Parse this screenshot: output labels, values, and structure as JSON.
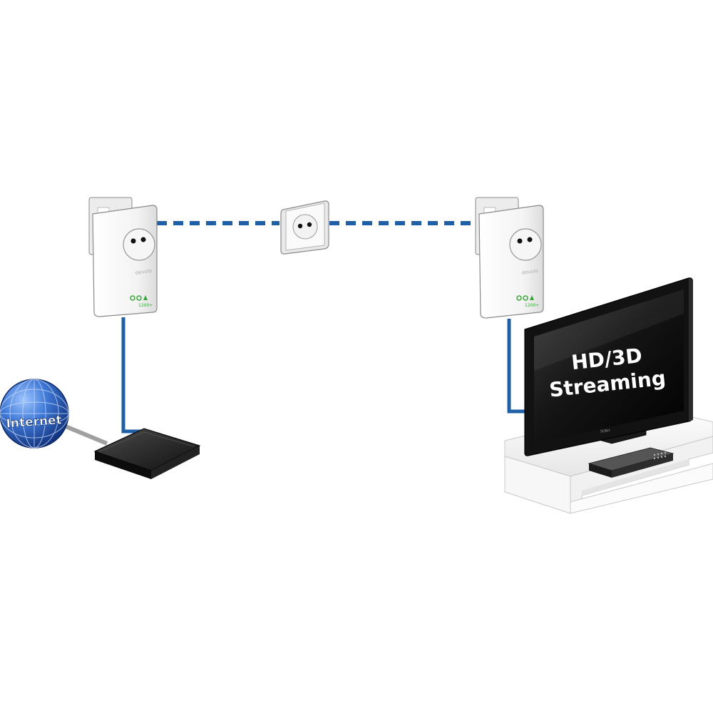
{
  "internet_label": "Internet",
  "tv_screen_text": [
    "HD/3D",
    "Streaming"
  ],
  "tv_brand": "SONY",
  "adapter_brand": "devolo",
  "adapter_model": "1200+",
  "colors": {
    "cable_blue": "#1f5fa6",
    "link_dashed_blue": "#1f5fa6",
    "globe_blue": "#1f4fb0",
    "router_body": "#1c1c1c",
    "led_green": "#3aa63a",
    "cable_gray": "#9a9a9a"
  },
  "icons": [
    "globe-icon",
    "powerline-adapter",
    "wall-socket",
    "router",
    "television",
    "tv-stand",
    "blu-ray-player"
  ]
}
